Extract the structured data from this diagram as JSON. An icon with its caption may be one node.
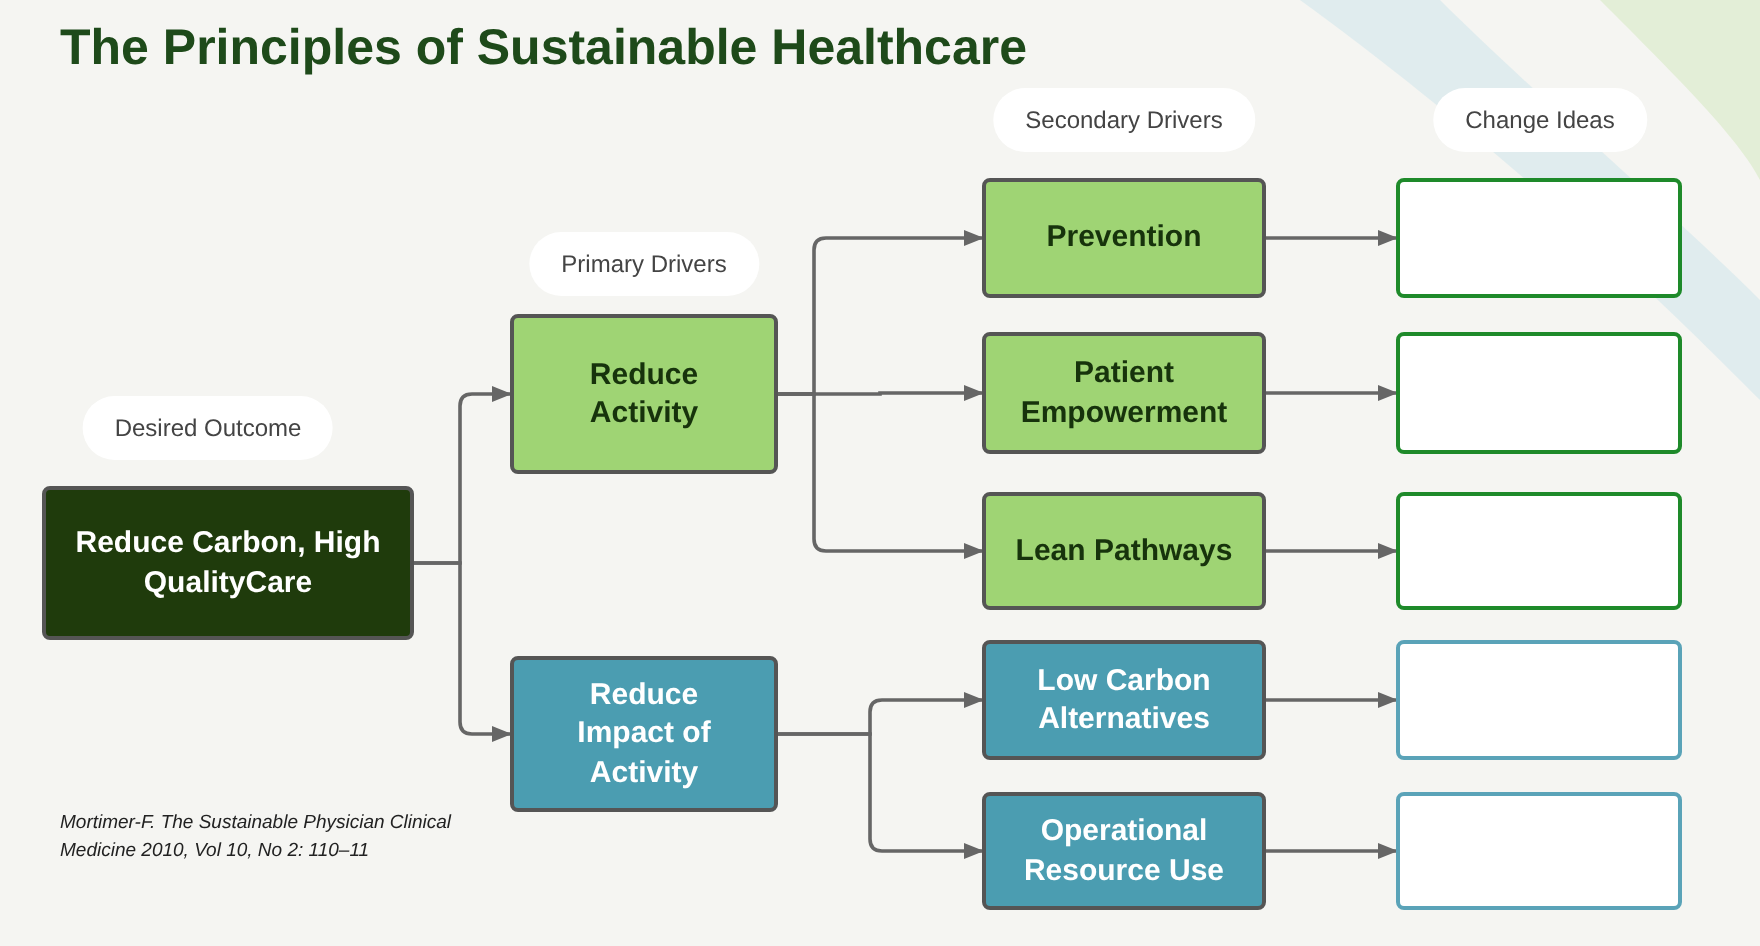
{
  "diagram": {
    "title": "The Principles of Sustainable Healthcare",
    "nodes": [
      {
        "text": [
          "Reduce Carbon, High QualityCare"
        ]
      },
      {
        "text": [
          "Reduce Activity"
        ]
      },
      {
        "text": [
          "Reduce Impact of Activity"
        ]
      },
      {
        "text": [
          "Prevention"
        ]
      },
      {
        "text": [
          "Patient Empowerment"
        ]
      },
      {
        "text": [
          "Lean Pathways"
        ]
      },
      {
        "text": [
          "Low Carbon Alternatives"
        ]
      },
      {
        "text": [
          "Operational Resource Use"
        ]
      },
      {
        "text": [],
        "shape": "box"
      },
      {
        "text": [],
        "shape": "box"
      },
      {
        "text": [],
        "shape": "box"
      },
      {
        "text": [],
        "shape": "box"
      },
      {
        "text": [],
        "shape": "box"
      }
    ],
    "edges": [
      {
        "from": 0,
        "to": 1,
        "arrow": "to"
      },
      {
        "from": 0,
        "to": 2,
        "arrow": "to"
      },
      {
        "from": 1,
        "to": 3,
        "arrow": "to"
      },
      {
        "from": 1,
        "to": 4,
        "arrow": "to"
      },
      {
        "from": 1,
        "to": 5,
        "arrow": "to"
      },
      {
        "from": 2,
        "to": 6,
        "arrow": "to"
      },
      {
        "from": 2,
        "to": 7,
        "arrow": "to"
      },
      {
        "from": 3,
        "to": 8,
        "arrow": "to"
      },
      {
        "from": 4,
        "to": 9,
        "arrow": "to"
      },
      {
        "from": 5,
        "to": 10,
        "arrow": "to"
      },
      {
        "from": 6,
        "to": 11,
        "arrow": "to"
      },
      {
        "from": 7,
        "to": 12,
        "arrow": "to"
      }
    ],
    "labels": [
      "Desired Outcome",
      "Primary Drivers",
      "Secondary Drivers",
      "Change Ideas",
      "Mortimer-F. The Sustainable Physician Clinical Medicine 2010, Vol 10, No 2: 110–11"
    ]
  }
}
